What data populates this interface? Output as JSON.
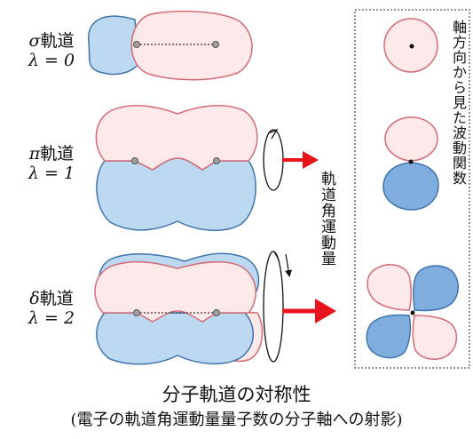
{
  "orbitals": [
    {
      "symbol": "σ",
      "name": "軌道",
      "lambda_expr": "λ = 0"
    },
    {
      "symbol": "π",
      "name": "軌道",
      "lambda_expr": "λ = 1"
    },
    {
      "symbol": "δ",
      "name": "軌道",
      "lambda_expr": "λ = 2"
    }
  ],
  "angular_momentum_label": "軌道角運動量",
  "axis_view_label": "軸方向から見た波動関数",
  "caption": {
    "title": "分子軌道の対称性",
    "subtitle": "(電子の軌道角運動量量子数の分子軸への射影)"
  },
  "colors": {
    "pink_fill": "#fde9ea",
    "pink_stroke": "#d56b74",
    "blue_fill": "#bcd9f1",
    "blue_stroke": "#3f73ad",
    "blue_dark_fill": "#7faede",
    "arrow_red": "#e8141c",
    "bond_line": "#333333",
    "nucleus_gray": "#a0a0a0"
  }
}
